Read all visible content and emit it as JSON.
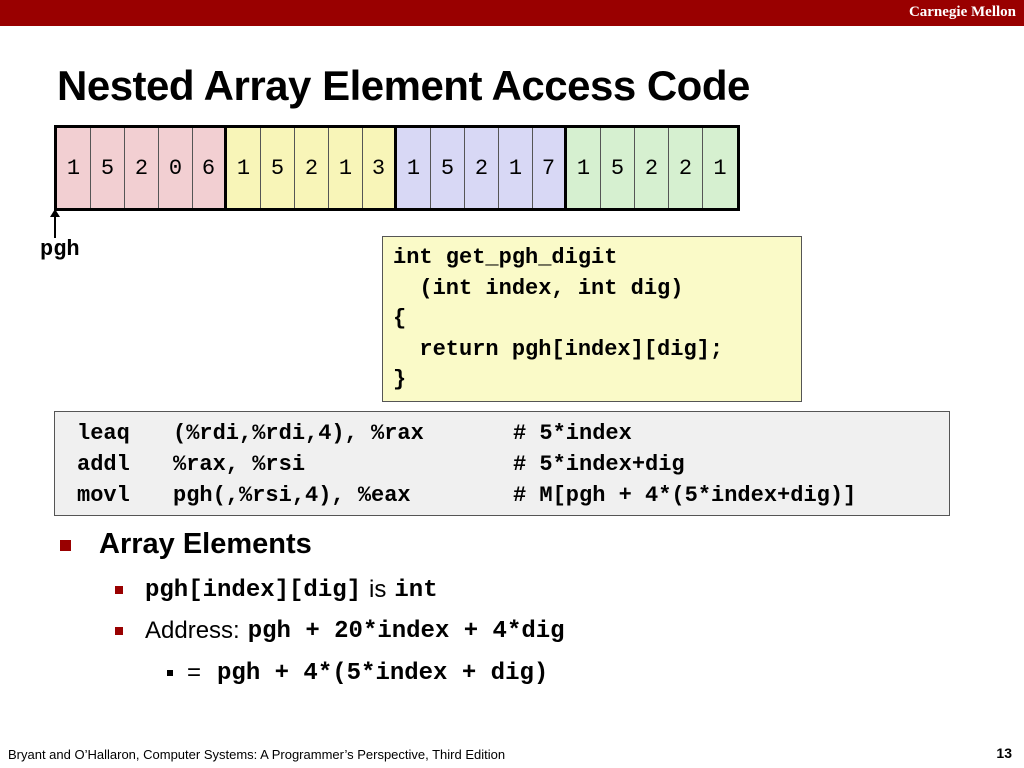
{
  "header": {
    "brand": "Carnegie Mellon",
    "bar_color": "#990000"
  },
  "title": "Nested Array Element Access Code",
  "array": {
    "rows": [
      {
        "values": [
          "1",
          "5",
          "2",
          "0",
          "6"
        ],
        "color": "#f2cfd2"
      },
      {
        "values": [
          "1",
          "5",
          "2",
          "1",
          "3"
        ],
        "color": "#f8f5b8"
      },
      {
        "values": [
          "1",
          "5",
          "2",
          "1",
          "7"
        ],
        "color": "#d8d8f5"
      },
      {
        "values": [
          "1",
          "5",
          "2",
          "2",
          "1"
        ],
        "color": "#d6f0d0"
      }
    ],
    "pointer_label": "pgh"
  },
  "c_code": {
    "lines": [
      "int get_pgh_digit",
      "  (int index, int dig)",
      "{",
      "  return pgh[index][dig];",
      "}"
    ]
  },
  "asm_code": {
    "lines": [
      {
        "op": "leaq",
        "args": "(%rdi,%rdi,4), %rax",
        "comment": "# 5*index"
      },
      {
        "op": "addl",
        "args": "%rax, %rsi",
        "comment": "# 5*index+dig"
      },
      {
        "op": "movl",
        "args": "pgh(,%rsi,4), %eax",
        "comment": "# M[pgh + 4*(5*index+dig)]"
      }
    ]
  },
  "bullets": {
    "heading": "Array Elements",
    "item1": {
      "code": "pgh[index][dig]",
      "text": "is",
      "code2": "int"
    },
    "item2": {
      "text": "Address:",
      "code": "pgh + 20*index + 4*dig"
    },
    "item3": {
      "text": "=",
      "code": "pgh + 4*(5*index + dig)"
    }
  },
  "footer": {
    "citation": "Bryant and O’Hallaron, Computer Systems: A Programmer’s Perspective, Third Edition",
    "page_number": "13"
  }
}
